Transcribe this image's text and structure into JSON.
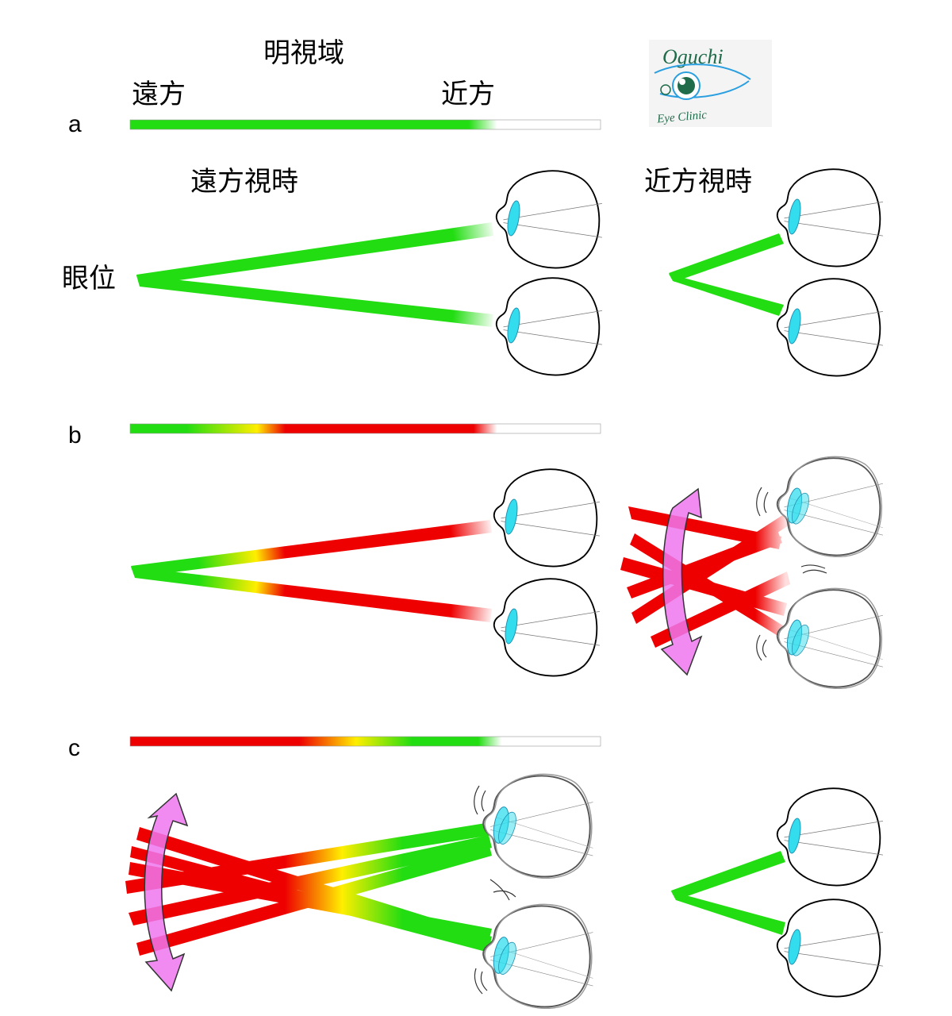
{
  "header": {
    "title": "明視域",
    "far_label": "遠方",
    "near_label": "近方"
  },
  "panel_labels": {
    "far_view": "遠方視時",
    "near_view": "近方視時",
    "eye_position": "眼位"
  },
  "rows": [
    {
      "id": "a",
      "label": "a"
    },
    {
      "id": "b",
      "label": "b"
    },
    {
      "id": "c",
      "label": "c"
    }
  ],
  "logo": {
    "name": "Oguchi",
    "subtitle": "Eye Clinic"
  },
  "colors": {
    "green": "#22dd11",
    "yellow": "#ffee00",
    "red": "#ee0000",
    "magenta_arrow": "#ee77ee",
    "lens": "#33ddee",
    "logo_green": "#1f6b4a"
  }
}
